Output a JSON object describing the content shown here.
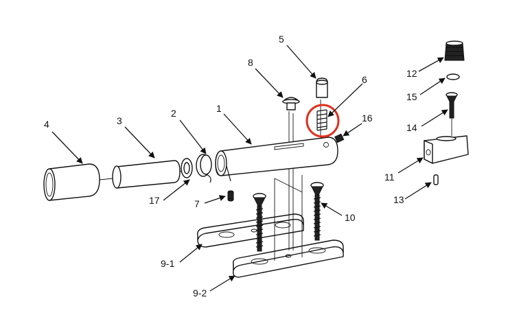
{
  "labels": {
    "l1": "1",
    "l2": "2",
    "l3": "3",
    "l4": "4",
    "l5": "5",
    "l6": "6",
    "l7": "7",
    "l8": "8",
    "l9_1": "9-1",
    "l9_2": "9-2",
    "l10": "10",
    "l11": "11",
    "l12": "12",
    "l13": "13",
    "l14": "14",
    "l15": "15",
    "l16": "16",
    "l17": "17"
  },
  "colors": {
    "highlight": "#e0301e",
    "stroke": "#111111"
  }
}
